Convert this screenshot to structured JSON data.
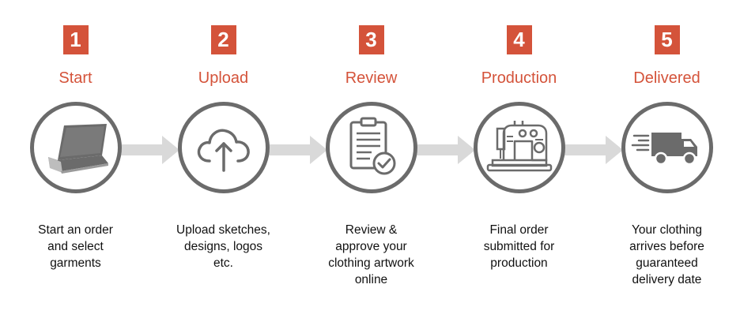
{
  "steps": [
    {
      "number": "1",
      "title": "Start",
      "icon": "laptop-icon",
      "desc_lines": [
        "Start an order",
        "and select",
        "garments"
      ]
    },
    {
      "number": "2",
      "title": "Upload",
      "icon": "cloud-upload-icon",
      "desc_lines": [
        "Upload sketches,",
        "designs, logos",
        "etc."
      ]
    },
    {
      "number": "3",
      "title": "Review",
      "icon": "clipboard-check-icon",
      "desc_lines": [
        "Review &",
        "approve your",
        "clothing artwork",
        "online"
      ]
    },
    {
      "number": "4",
      "title": "Production",
      "icon": "sewing-machine-icon",
      "desc_lines": [
        "Final order",
        "submitted for",
        "production"
      ]
    },
    {
      "number": "5",
      "title": "Delivered",
      "icon": "delivery-truck-icon",
      "desc_lines": [
        "Your clothing",
        "arrives before",
        "guaranteed",
        "delivery date"
      ]
    }
  ],
  "colors": {
    "accent": "#d4533a",
    "icon_gray": "#6b6b6b",
    "arrow_gray": "#d9d9d9"
  }
}
